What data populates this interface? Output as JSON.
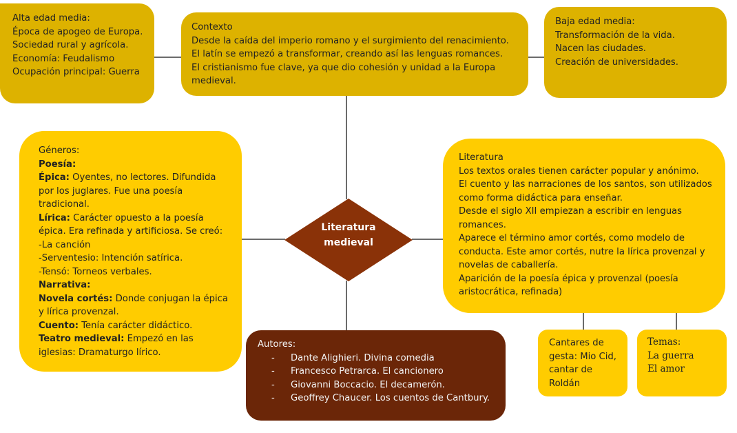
{
  "center": {
    "label_line1": "Literatura",
    "label_line2": "medieval",
    "color": "#8a3208"
  },
  "alta_edad": {
    "lines": [
      "Alta edad media:",
      "Época de apogeo de Europa.",
      "Sociedad rural y agrícola.",
      "Economía: Feudalismo",
      "Ocupación principal: Guerra"
    ]
  },
  "contexto": {
    "lines": [
      "Contexto",
      "Desde la caída del imperio romano y el surgimiento del renacimiento.",
      "El latín se empezó a transformar, creando así las lenguas romances.",
      "El cristianismo fue clave, ya que dio cohesión y unidad a la Europa",
      "medieval."
    ]
  },
  "baja_edad": {
    "lines": [
      "Baja edad media:",
      "Transformación de la vida.",
      "Nacen las ciudades.",
      "Creación de universidades."
    ]
  },
  "generos": {
    "heading": "Géneros:",
    "poesia": "Poesía:",
    "epica_label": "Épica:",
    "epica_text": " Oyentes, no lectores. Difundida",
    "epica_l2": "por los juglares. Fue una poesía",
    "epica_l3": "tradicional.",
    "lirica_label": "Lírica:",
    "lirica_text": " Carácter opuesto a la poesía",
    "lirica_l2": "épica. Era refinada y artificiosa. Se creó:",
    "lirica_l3": "-La canción",
    "lirica_l4": "-Serventesio: Intención satírica.",
    "lirica_l5": "-Tensó: Torneos verbales.",
    "narrativa": "Narrativa:",
    "novela_label": "Novela cortés:",
    "novela_text": " Donde conjugan la épica",
    "novela_l2": "y lírica provenzal.",
    "cuento_label": "Cuento:",
    "cuento_text": " Tenía carácter didáctico.",
    "teatro_label": "Teatro medieval:",
    "teatro_text": " Empezó en las",
    "teatro_l2": "iglesias: Dramaturgo lírico."
  },
  "literatura": {
    "lines": [
      "Literatura",
      "Los textos orales tienen carácter popular y anónimo.",
      "El cuento y las narraciones de los santos, son utilizados",
      "como forma didáctica para enseñar.",
      "Desde el siglo XII empiezan a escribir en lenguas",
      "romances.",
      "Aparece el término amor cortés, como modelo de",
      "conducta. Este amor cortés, nutre la lírica provenzal y",
      "novelas de caballería.",
      "Aparición de la poesía épica y provenzal (poesía",
      "aristocrática, refinada)"
    ]
  },
  "autores": {
    "heading": "Autores:",
    "items": [
      "Dante Alighieri. Divina comedia",
      "Francesco Petrarca. El cancionero",
      "Giovanni Boccacio. El decamerón.",
      "Geoffrey Chaucer. Los cuentos de Cantbury."
    ],
    "bullet": "-"
  },
  "cantares": {
    "lines": [
      "Cantares de",
      "gesta: Mio Cid,",
      "cantar de",
      "Roldán"
    ]
  },
  "temas": {
    "lines": [
      "Temas:",
      "La guerra",
      "El amor"
    ]
  }
}
